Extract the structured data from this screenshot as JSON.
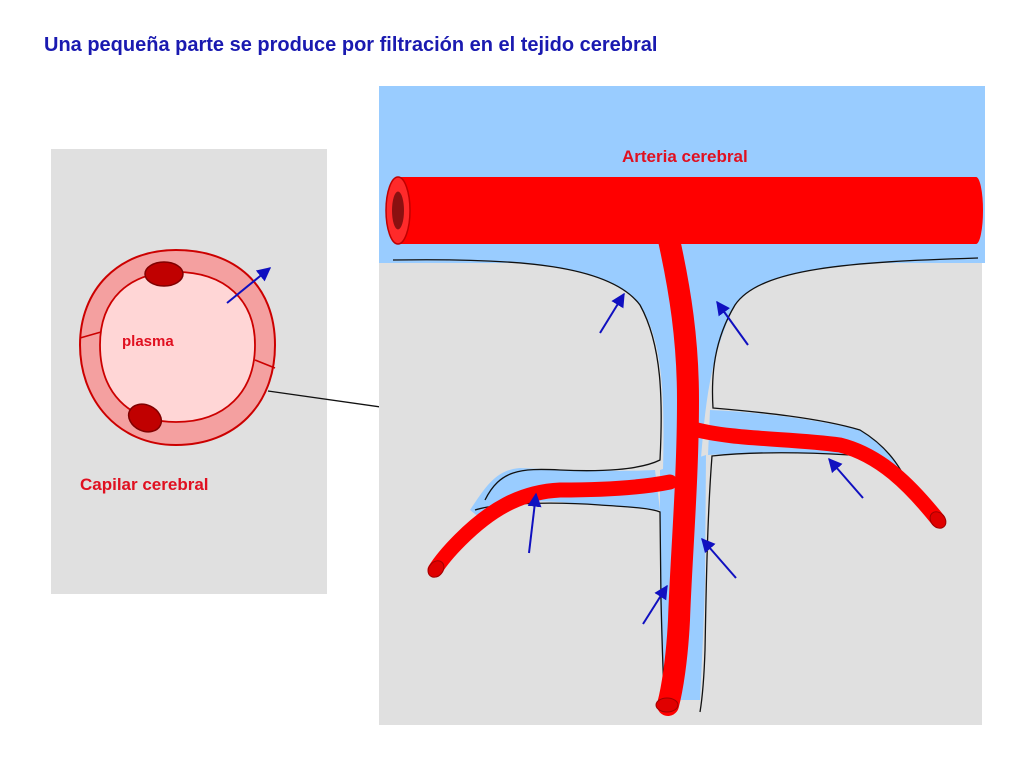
{
  "title": "Una pequeña parte se produce por filtración en el tejido cerebral",
  "labels": {
    "artery": "Arteria cerebral",
    "plasma": "plasma",
    "capillary": "Capilar cerebral"
  },
  "colors": {
    "title": "#1a1ab0",
    "vessel": "#ff0000",
    "label_red": "#e01020",
    "csf": "#99ccff",
    "tissue": "#e0e0e0",
    "capillary_wall": "#f4a0a0",
    "plasma_fill": "#ffd6d6",
    "nucleus": "#c00000",
    "arrow": "#1010c0"
  }
}
